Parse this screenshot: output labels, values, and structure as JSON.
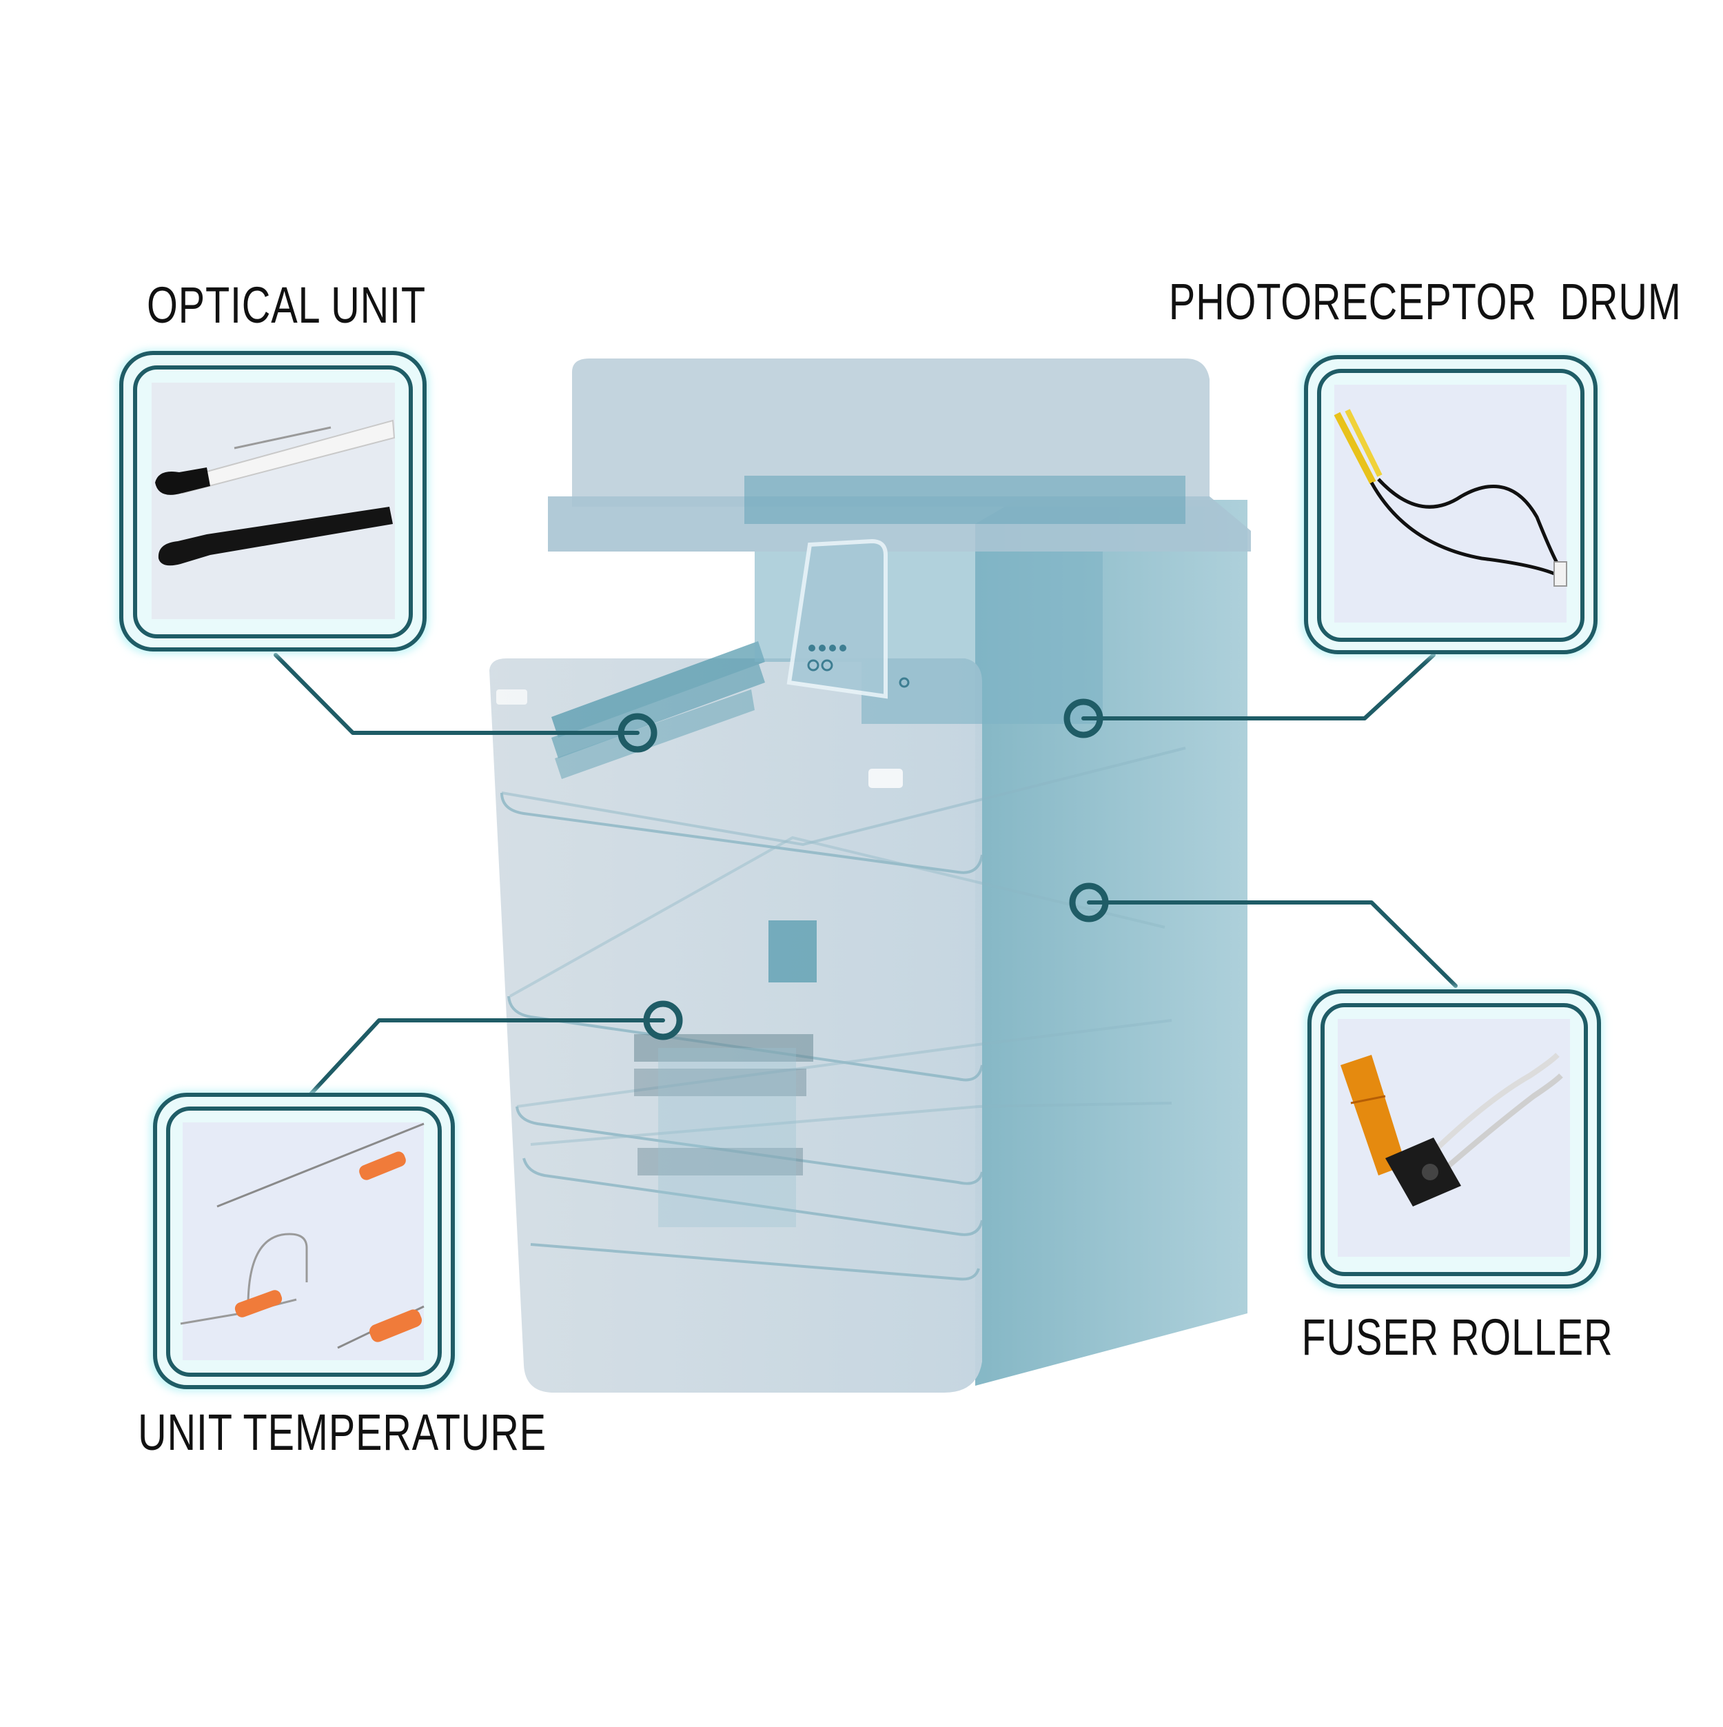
{
  "labels": {
    "optical_unit": "OPTICAL UNIT",
    "photoreceptor_drum": "PHOTORECEPTOR  DRUM",
    "fuser_roller": "FUSER ROLLER",
    "unit_temperature": "UNIT TEMPERATURE"
  },
  "colors": {
    "connector": "#1f5c66",
    "frame_outer": "#1f5c66",
    "frame_glow": "#bff4f7",
    "photo_bg": "#e6ebf7",
    "machine_body": "#c9d8e3",
    "machine_accent": "#4f97ab"
  },
  "icons": {
    "optical_unit_photo": "black-probe-thermistor-icon",
    "photoreceptor_drum_photo": "yellow-wire-thermistor-icon",
    "fuser_roller_photo": "fuser-thermistor-icon",
    "unit_temperature_photo": "glass-bead-thermistor-icon"
  }
}
